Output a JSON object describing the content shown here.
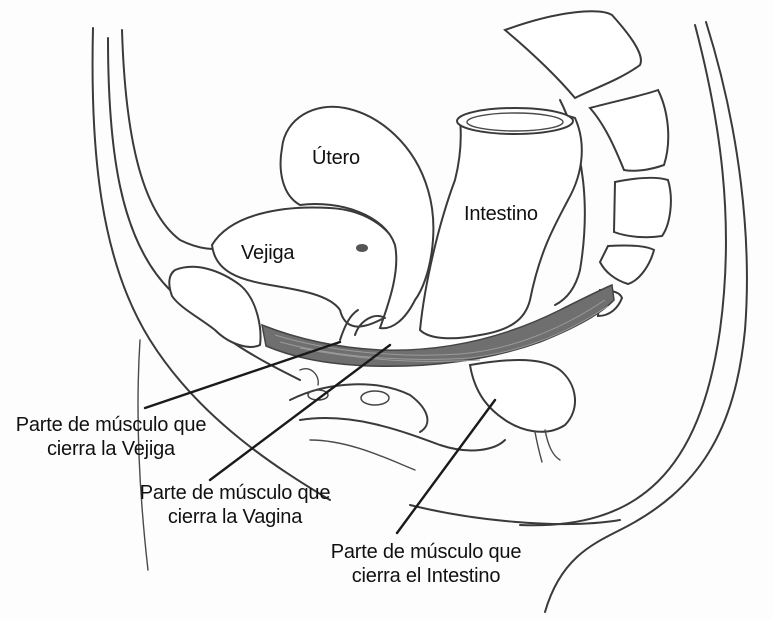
{
  "diagram": {
    "type": "anatomical-sagittal-section",
    "organs": {
      "uterus": "Útero",
      "bladder": "Vejiga",
      "intestine": "Intestino"
    },
    "callouts": [
      {
        "line1": "Parte de músculo que",
        "line2": "cierra la Vejiga"
      },
      {
        "line1": "Parte de músculo que",
        "line2": "cierra la Vagina"
      },
      {
        "line1": "Parte de músculo que",
        "line2": "cierra el Intestino"
      }
    ],
    "colors": {
      "line_art": "#3a3a3a",
      "muscle_fill": "#6f6f6f",
      "background": "#fdfdfd",
      "text": "#111111"
    }
  }
}
